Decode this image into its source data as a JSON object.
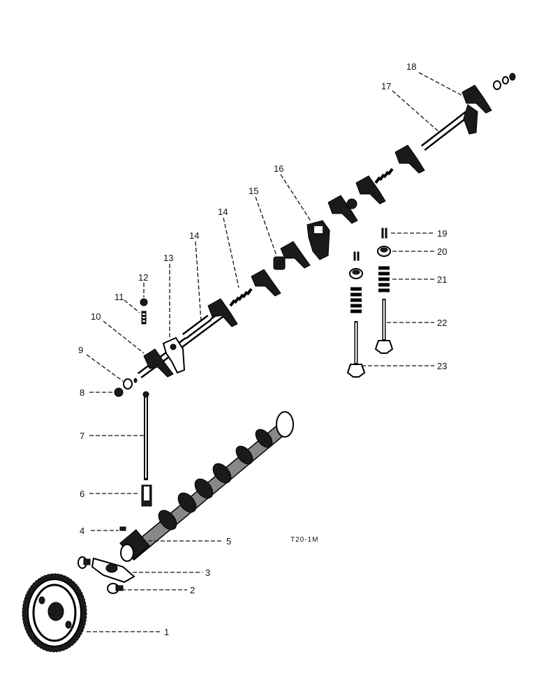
{
  "drawing_code": "T20-1M",
  "callouts": [
    {
      "id": "1",
      "text": "1"
    },
    {
      "id": "2",
      "text": "2"
    },
    {
      "id": "3",
      "text": "3"
    },
    {
      "id": "4",
      "text": "4"
    },
    {
      "id": "5",
      "text": "5"
    },
    {
      "id": "6",
      "text": "6"
    },
    {
      "id": "7",
      "text": "7"
    },
    {
      "id": "8",
      "text": "8"
    },
    {
      "id": "9",
      "text": "9"
    },
    {
      "id": "10",
      "text": "10"
    },
    {
      "id": "11",
      "text": "11"
    },
    {
      "id": "12",
      "text": "12"
    },
    {
      "id": "13",
      "text": "13"
    },
    {
      "id": "14a",
      "text": "14"
    },
    {
      "id": "14b",
      "text": "14"
    },
    {
      "id": "15",
      "text": "15"
    },
    {
      "id": "16",
      "text": "16"
    },
    {
      "id": "17",
      "text": "17"
    },
    {
      "id": "18",
      "text": "18"
    },
    {
      "id": "19",
      "text": "19"
    },
    {
      "id": "20",
      "text": "20"
    },
    {
      "id": "21",
      "text": "21"
    },
    {
      "id": "22",
      "text": "22"
    },
    {
      "id": "23",
      "text": "23"
    }
  ]
}
